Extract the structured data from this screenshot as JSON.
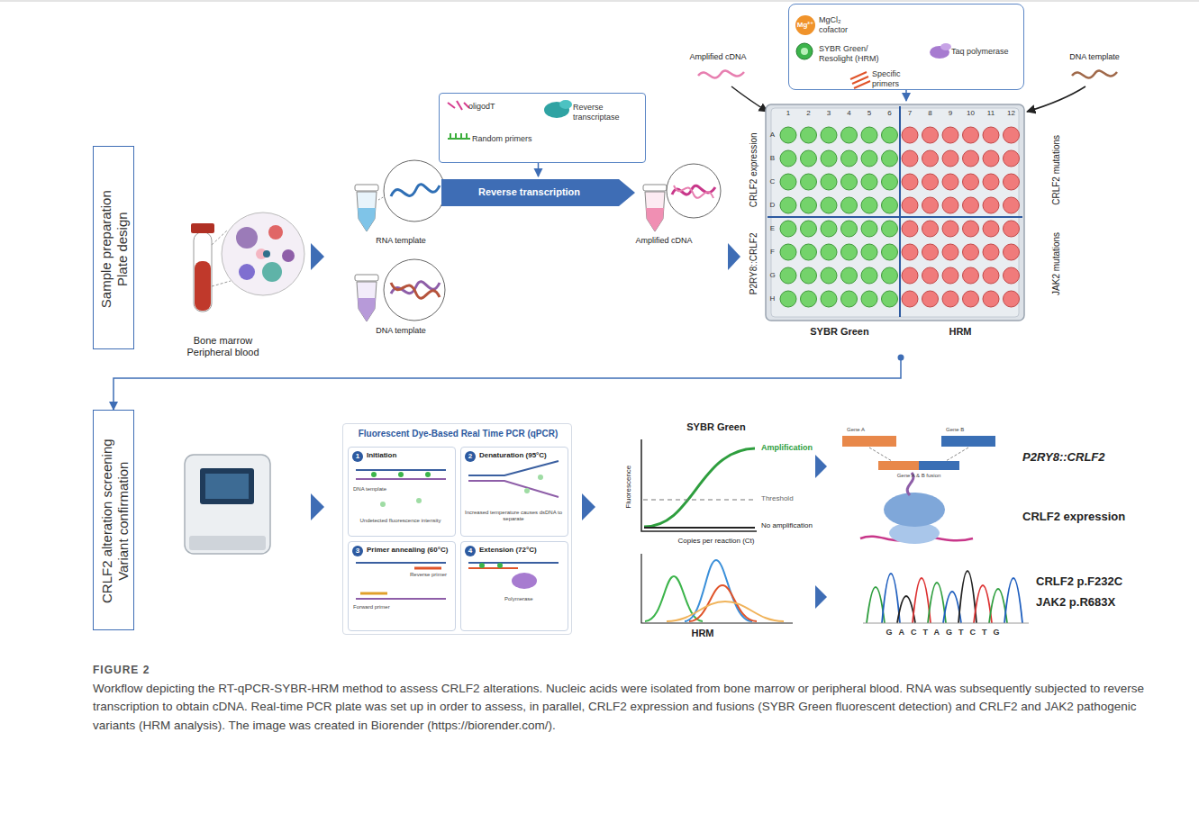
{
  "diagram": {
    "caption": "Workflow depicting the RT-qPCR-SYBR-HRM method to assess CRLF2 alterations. Nucleic acids were isolated from bone marrow or peripheral blood. RNA was subsequently subjected to reverse transcription to obtain cDNA. Real-time PCR plate was set up in order to assess, in parallel, CRLF2 expression and fusions (SYBR Green fluorescent detection) and CRLF2 and JAK2 pathogenic variants (HRM analysis). The image was created in Biorender (https://biorender.com/).",
    "nodes": [
      {
        "text": [
          "Sample preparation Plate design"
        ]
      },
      {
        "text": [
          "CRLF2 alteration screening Variant confirmation"
        ]
      },
      {
        "text": [
          "oligodT",
          "Reverse transcriptase",
          "Random primers"
        ]
      },
      {
        "text": [
          "Reverse transcription"
        ]
      },
      {
        "text": [
          "Mg²⁺",
          "MgCl₂ cofactor",
          "SYBR Green/ Resolight (HRM)",
          "Taq polymerase",
          "Specific primers"
        ]
      },
      {
        "text": [
          "CRLF2 expression",
          "P2RY8::CRLF2",
          "CRLF2 mutations",
          "JAK2 mutations",
          "SYBR Green",
          "HRM"
        ]
      },
      {
        "text": [
          "Fluorescent Dye-Based Real Time PCR (qPCR)"
        ]
      },
      {
        "text": [
          "1",
          "Initiation"
        ],
        "in": 6
      },
      {
        "text": [
          "2",
          "Denaturation (95°C)"
        ],
        "in": 6
      },
      {
        "text": [
          "3",
          "Primer annealing (60°C)"
        ],
        "in": 6
      },
      {
        "text": [
          "4",
          "Extension (72°C)"
        ],
        "in": 6
      }
    ],
    "edges": [
      {
        "from": 2,
        "to": 3,
        "arrow": "to"
      },
      {
        "from": 4,
        "to": 5,
        "arrow": "to"
      },
      {
        "from": 5,
        "to": 1,
        "arrow": "to"
      }
    ],
    "labels": [
      "Bone marrow Peripheral blood",
      "RNA template",
      "DNA template",
      "Amplified cDNA",
      "Amplified cDNA",
      "DNA template",
      "DNA template",
      "Undetected fluorescence intensity",
      "Increased temperature causes dsDNA to separate",
      "Reverse primer",
      "Forward primer",
      "Polymerase",
      "SYBR Green",
      "Fluorescence",
      "Amplification",
      "Threshold",
      "No amplification",
      "Copies per reaction (Ct)",
      "HRM",
      "Gene A",
      "Gene B",
      "Gene A & B fusion",
      "P2RY8::CRLF2",
      "CRLF2 expression",
      "CRLF2 p.F232C",
      "JAK2 p.R683X",
      "GACTAGTCTG",
      "FIGURE 2",
      "1",
      "2",
      "3",
      "4",
      "5",
      "6",
      "7",
      "8",
      "9",
      "10",
      "11",
      "12",
      "A",
      "B",
      "C",
      "D",
      "E",
      "F",
      "G",
      "H"
    ]
  }
}
